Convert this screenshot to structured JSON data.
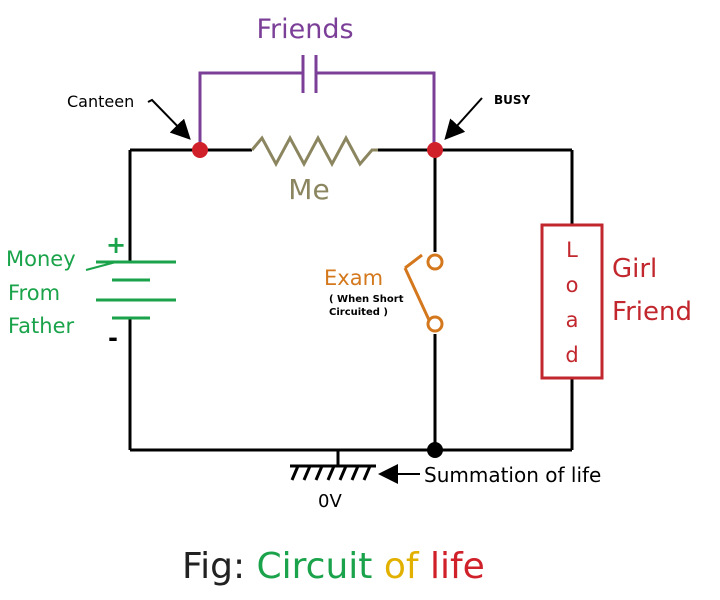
{
  "labels": {
    "friends": "Friends",
    "canteen": "Canteen",
    "busy": "BUSY",
    "me": "Me",
    "money_line1": "Money",
    "money_line2": "From",
    "money_line3": "Father",
    "plus": "+",
    "minus": "-",
    "exam": "Exam",
    "exam_note_line1": "( When Short",
    "exam_note_line2": "Circuited )",
    "load_letters": [
      "L",
      "o",
      "a",
      "d"
    ],
    "girl": "Girl",
    "friend": "Friend",
    "summation": "Summation of life",
    "zero_volt": "0V"
  },
  "caption": {
    "prefix": "Fig: ",
    "word1": "Circuit",
    "word2": "of",
    "word3": "life"
  },
  "colors": {
    "wire": "#000000",
    "friends": "#7b3f98",
    "me": "#8b8660",
    "money": "#1aa34a",
    "exam": "#d4781e",
    "load": "#c1272d",
    "node_red": "#d0202a",
    "caption_fig": "#222222",
    "caption_circuit": "#1aa34a",
    "caption_of": "#e2b100",
    "caption_life": "#d0202a"
  }
}
